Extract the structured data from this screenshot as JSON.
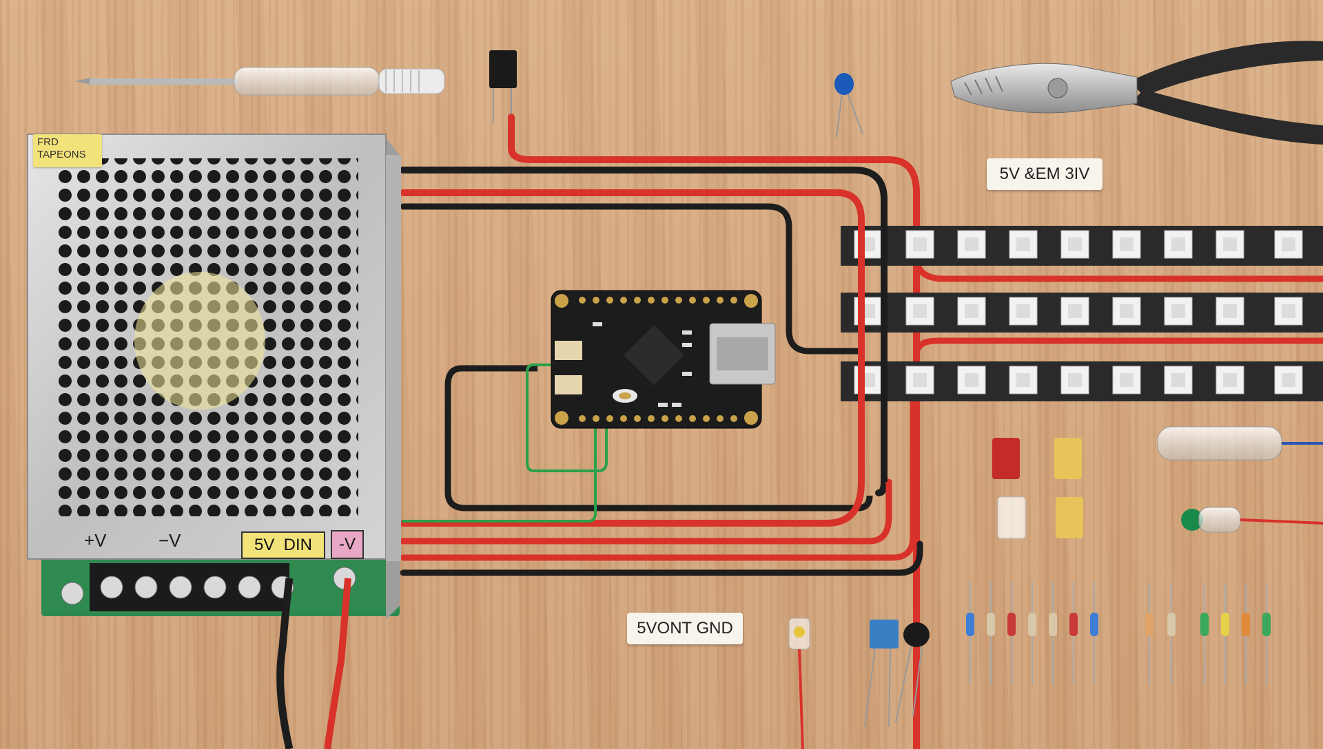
{
  "psu": {
    "sticker_line1": "FRD",
    "sticker_line2": "TAPEONS",
    "plus_v": "+V",
    "minus_v": "−V",
    "label_5v_din": "5V  DIN",
    "label_neg_v": "-V"
  },
  "labels": {
    "strip_label": "5V &EM 3IV",
    "ground_label": "5VONT GND"
  },
  "colors": {
    "wood": "#d4a67d",
    "wire_red": "#d8322b",
    "wire_black": "#1d1d1d",
    "wire_green": "#2aa04a",
    "led_strip": "#2a2a2a",
    "pcb": "#1c1c1c",
    "psu_metal": "#c8c8c8"
  },
  "icons": {
    "screwdriver": "screwdriver-icon",
    "pliers": "pliers-icon",
    "capacitor": "capacitor-icon",
    "microcontroller": "microcontroller-board-icon",
    "power_supply": "power-supply-icon",
    "led_strip": "led-strip-icon",
    "fuse": "fuse-icon",
    "resistor": "resistor-icon"
  }
}
